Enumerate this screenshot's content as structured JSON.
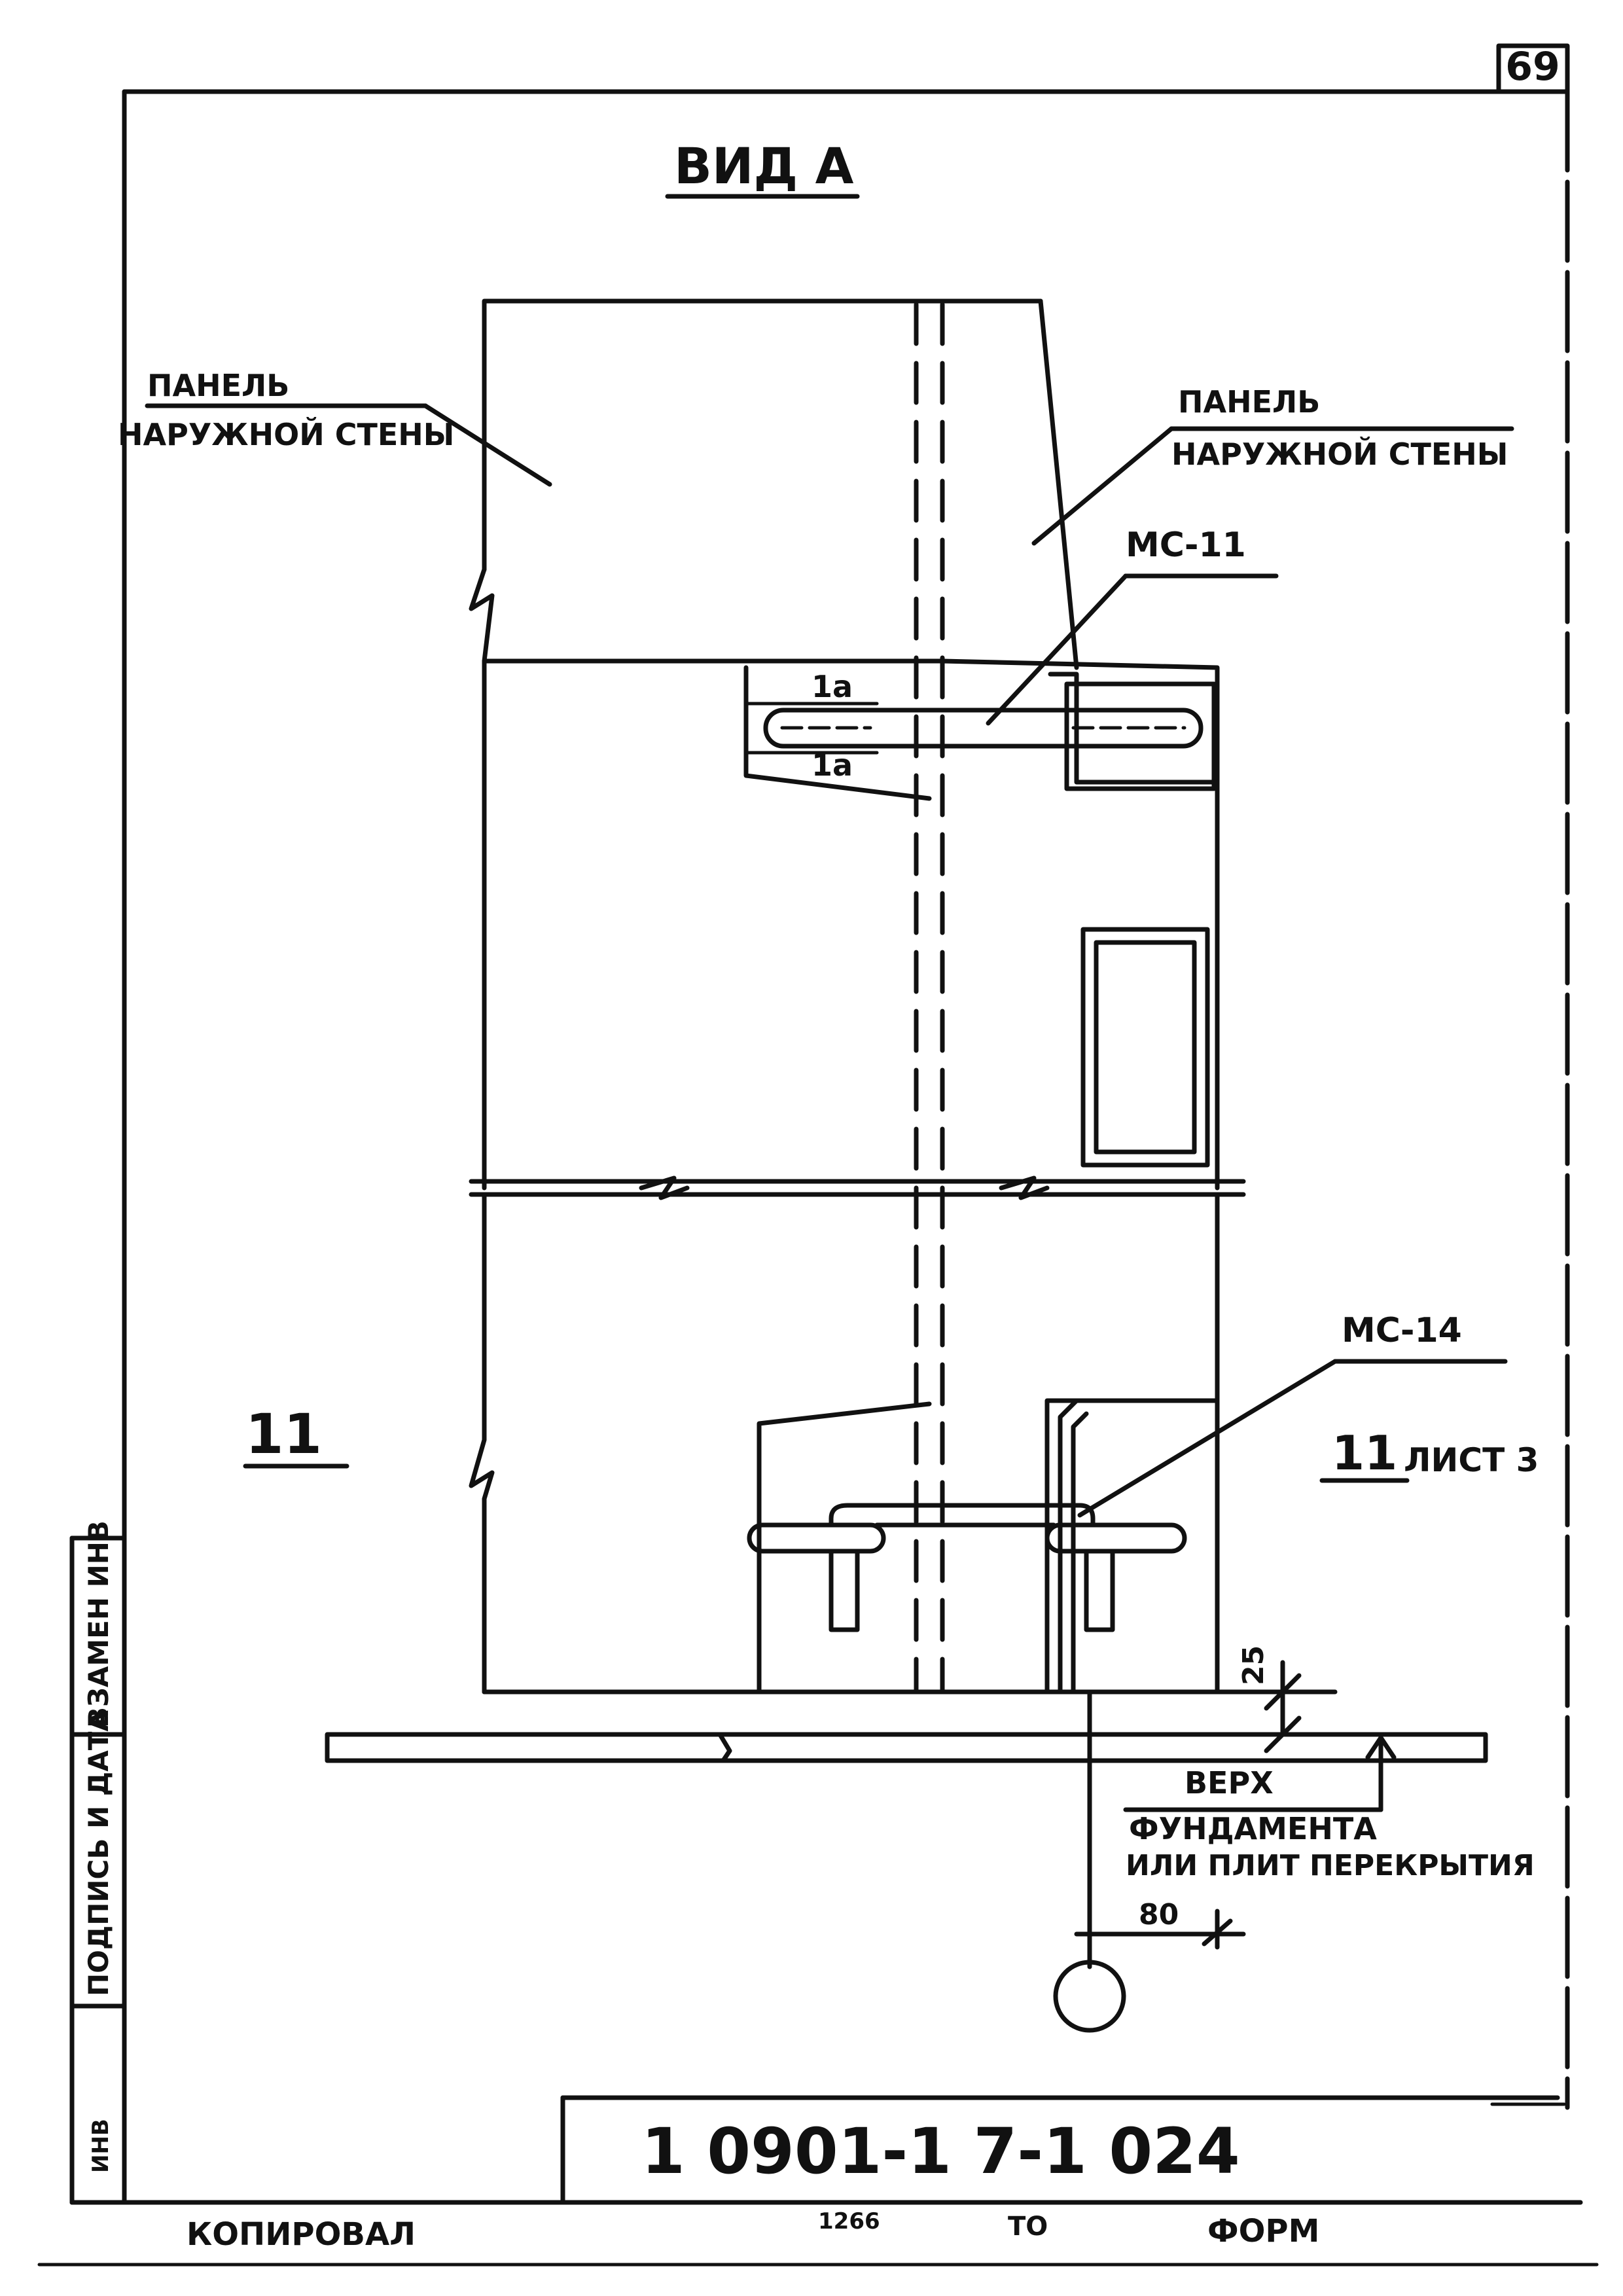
{
  "sheet": {
    "number": "69",
    "code": "1 0901-1 7-1 024",
    "footer": {
      "copied": "КОПИРОВАЛ",
      "num": "1266",
      "to": "ТО",
      "format": "ФОРМ"
    },
    "side_labels": {
      "replacement": "ВЗАМЕН ИНВ",
      "signature": "ПОДПИСЬ И ДАТА",
      "inv": "ИНВ"
    }
  },
  "drawing": {
    "title": "ВИД А",
    "left_panel_label": [
      "ПАНЕЛЬ",
      "НАРУЖНОЙ СТЕНЫ"
    ],
    "right_panel_label": [
      "ПАНЕЛЬ",
      "НАРУЖНОЙ СТЕНЫ"
    ],
    "anchor_top": "МС-11",
    "anchor_bottom": "МС-14",
    "mark_1a_top": "1а",
    "mark_1a_bottom": "1а",
    "section_left": "11",
    "section_right": "11",
    "section_right_sheet": "ЛИСТ 3",
    "dim_25": "25",
    "dim_80": "80",
    "top_label": [
      "ВЕРХ",
      "ФУНДАМЕНТА",
      "ИЛИ ПЛИТ ПЕРЕКРЫТИЯ"
    ]
  }
}
